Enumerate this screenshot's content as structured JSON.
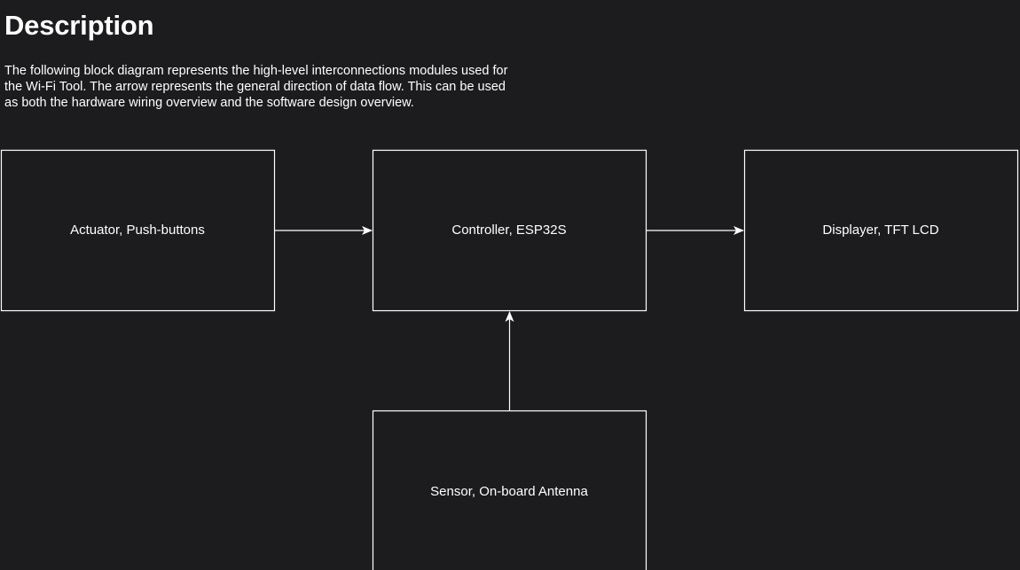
{
  "heading": "Description",
  "description_lines": [
    "The following block diagram represents the high-level interconnections modules used for",
    "the Wi-Fi Tool. The arrow represents the general direction of data flow. This can be used",
    "as both the hardware wiring overview and the software design overview."
  ],
  "diagram": {
    "blocks": {
      "actuator": "Actuator, Push-buttons",
      "controller": "Controller, ESP32S",
      "displayer": "Displayer, TFT LCD",
      "sensor": "Sensor, On-board Antenna"
    },
    "edges": [
      {
        "from": "actuator",
        "to": "controller"
      },
      {
        "from": "controller",
        "to": "displayer"
      },
      {
        "from": "sensor",
        "to": "controller"
      }
    ],
    "colors": {
      "background": "#1c1b1e",
      "stroke": "#ffffff",
      "text": "#ffffff"
    }
  }
}
